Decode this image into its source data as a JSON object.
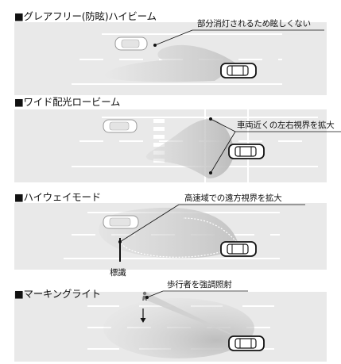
{
  "panels": [
    {
      "title": "■グレアフリー(防眩)ハイビーム",
      "callout": "部分消灯されるため眩しくない"
    },
    {
      "title": "■ワイド配光ロービーム",
      "callout": "車両近くの左右視界を拡大"
    },
    {
      "title": "■ハイウェイモード",
      "callout": "高速域での遠方視界を拡大",
      "sign_label": "標識"
    },
    {
      "title": "■マーキングライト",
      "callout": "歩行者を強調照射"
    }
  ]
}
